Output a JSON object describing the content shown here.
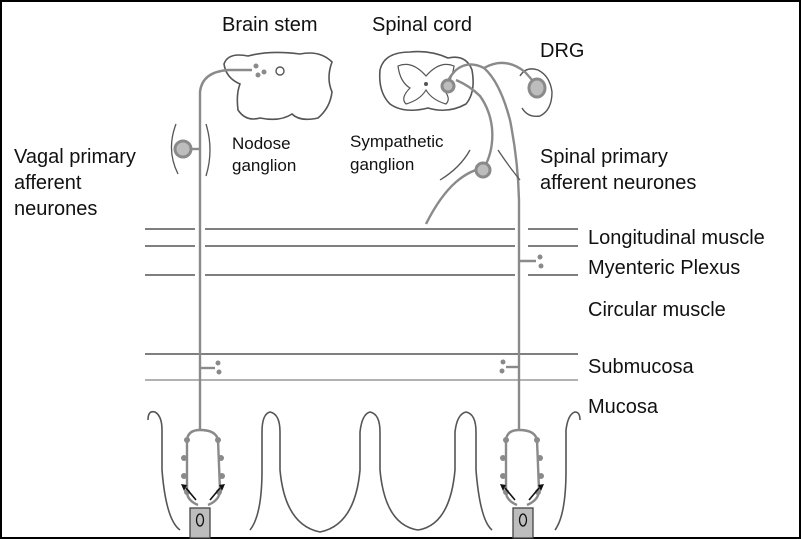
{
  "labels": {
    "brain_stem": "Brain stem",
    "spinal_cord": "Spinal cord",
    "drg": "DRG",
    "nodose_line1": "Nodose",
    "nodose_line2": "ganglion",
    "sympathetic_line1": "Sympathetic",
    "sympathetic_line2": "ganglion",
    "vagal_line1": "Vagal primary",
    "vagal_line2": "afferent",
    "vagal_line3": "neurones",
    "spinal_primary_line1": "Spinal primary",
    "spinal_primary_line2": "afferent neurones",
    "longitudinal_muscle": "Longitudinal muscle",
    "myenteric_plexus": "Myenteric Plexus",
    "circular_muscle": "Circular muscle",
    "submucosa": "Submucosa",
    "mucosa": "Mucosa"
  },
  "colors": {
    "neuron": "#8a8a8a",
    "neuron_fill": "#bdbdbd",
    "line": "#555555",
    "text": "#111111"
  },
  "icons": {
    "neuron_soma": "ring-circle",
    "nerve_ending": "branch-dots",
    "enteroendocrine_cell": "capsule-cell"
  }
}
